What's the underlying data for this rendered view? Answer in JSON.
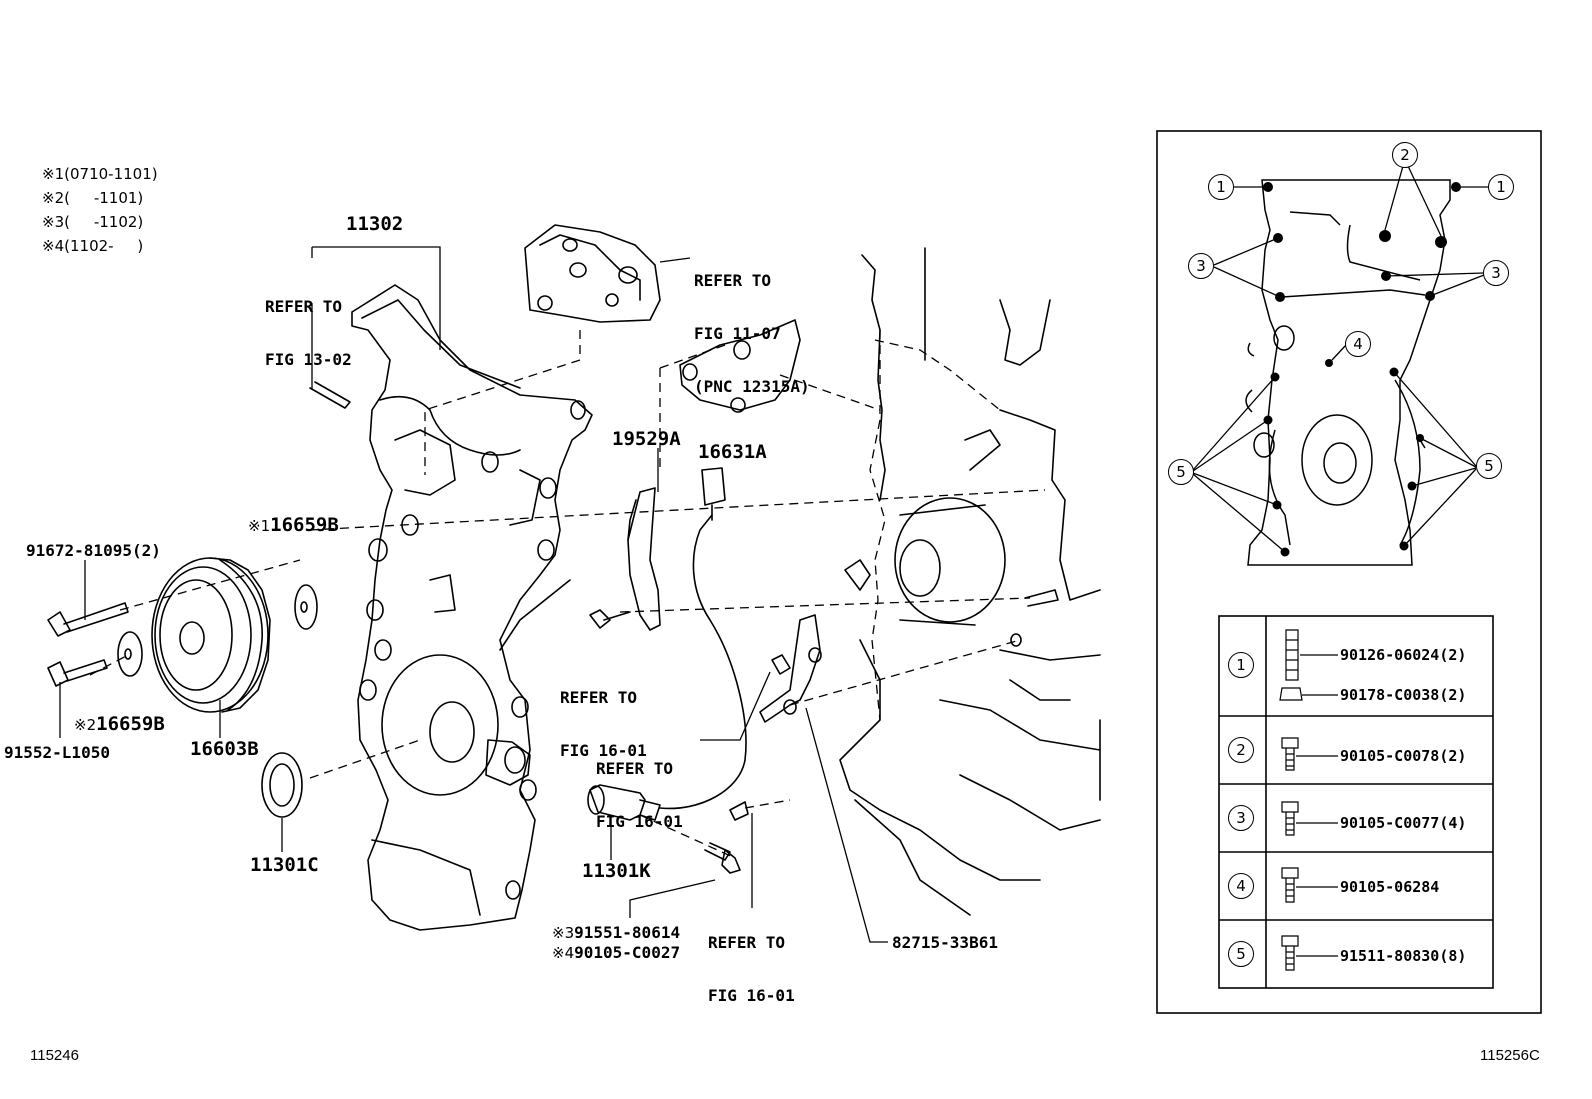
{
  "sheet_ids": {
    "left": "115246",
    "right": "115256C"
  },
  "date_notes": [
    {
      "mark": "※1",
      "range": "(0710-1101)"
    },
    {
      "mark": "※2",
      "range": "(     -1101)"
    },
    {
      "mark": "※3",
      "range": "(     -1102)"
    },
    {
      "mark": "※4",
      "range": "(1102-     )"
    }
  ],
  "part_labels": {
    "p11302": "11302",
    "p19529a": "19529A",
    "p16631a": "16631A",
    "p16659b_1": "16659B",
    "p16659b_2": "16659B",
    "p16603b": "16603B",
    "p11301c": "11301C",
    "p11301k": "11301K",
    "p91672": "91672-81095(2)",
    "p91552": "91552-L1050",
    "p91551": "91551-80614",
    "p90105c0027": "90105-C0027",
    "p82715": "82715-33B61",
    "mark1": "※1",
    "mark2": "※2",
    "mark3": "※3",
    "mark4": "※4"
  },
  "refer_labels": {
    "fig1302_a": "REFER TO",
    "fig1302_b": "FIG 13-02",
    "fig1107_a": "REFER TO",
    "fig1107_b": "FIG 11-07",
    "fig1107_c": "(PNC 12315A)",
    "fig1601a_a": "REFER TO",
    "fig1601a_b": "FIG 16-01",
    "fig1601b_a": "REFER TO",
    "fig1601b_b": "FIG 16-01",
    "fig1601c_a": "REFER TO",
    "fig1601c_b": "FIG 16-01"
  },
  "inset_callouts": [
    "1",
    "1",
    "2",
    "3",
    "3",
    "4",
    "5",
    "5"
  ],
  "bolt_table": [
    {
      "num": "1",
      "parts": [
        "90126-06024(2)",
        "90178-C0038(2)"
      ]
    },
    {
      "num": "2",
      "parts": [
        "90105-C0078(2)"
      ]
    },
    {
      "num": "3",
      "parts": [
        "90105-C0077(4)"
      ]
    },
    {
      "num": "4",
      "parts": [
        "90105-06284"
      ]
    },
    {
      "num": "5",
      "parts": [
        "91511-80830(8)"
      ]
    }
  ]
}
